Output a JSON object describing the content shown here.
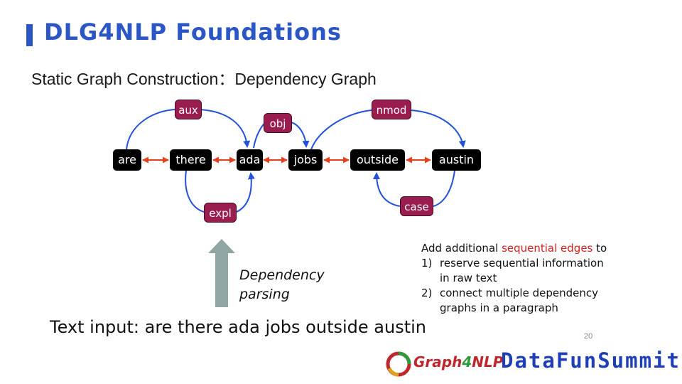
{
  "header": {
    "title": "DLG4NLP Foundations"
  },
  "subtitle": "Static Graph Construction：Dependency Graph",
  "diagram": {
    "nodes": [
      "are",
      "there",
      "ada",
      "jobs",
      "outside",
      "austin"
    ],
    "dependencies": [
      {
        "label": "aux",
        "from": "are",
        "to": "ada"
      },
      {
        "label": "obj",
        "from": "ada",
        "to": "jobs"
      },
      {
        "label": "nmod",
        "from": "jobs",
        "to": "austin"
      },
      {
        "label": "expl",
        "from": "there",
        "to": "ada"
      },
      {
        "label": "case",
        "from": "austin",
        "to": "outside"
      }
    ],
    "sequential_edge_color": "#e5401c",
    "dependency_edge_color": "#2351d8",
    "node_color": "#000000",
    "dependency_label_color": "#9a1d4f"
  },
  "parsing_label": [
    "Dependency",
    "parsing"
  ],
  "text_input": "Text input: are there ada jobs outside austin",
  "note": {
    "intro_before": "Add additional ",
    "intro_highlight": "sequential edges",
    "intro_after": " to",
    "items": [
      {
        "num": "1)",
        "text": "reserve sequential information in raw text"
      },
      {
        "num": "2)",
        "text": "connect multiple dependency graphs in a paragraph"
      }
    ]
  },
  "page_number": "20",
  "logos": {
    "graph4nlp_prefix": "Graph",
    "graph4nlp_digit": "4",
    "graph4nlp_suffix": "NLP",
    "datafun": "DataFunSummit"
  }
}
